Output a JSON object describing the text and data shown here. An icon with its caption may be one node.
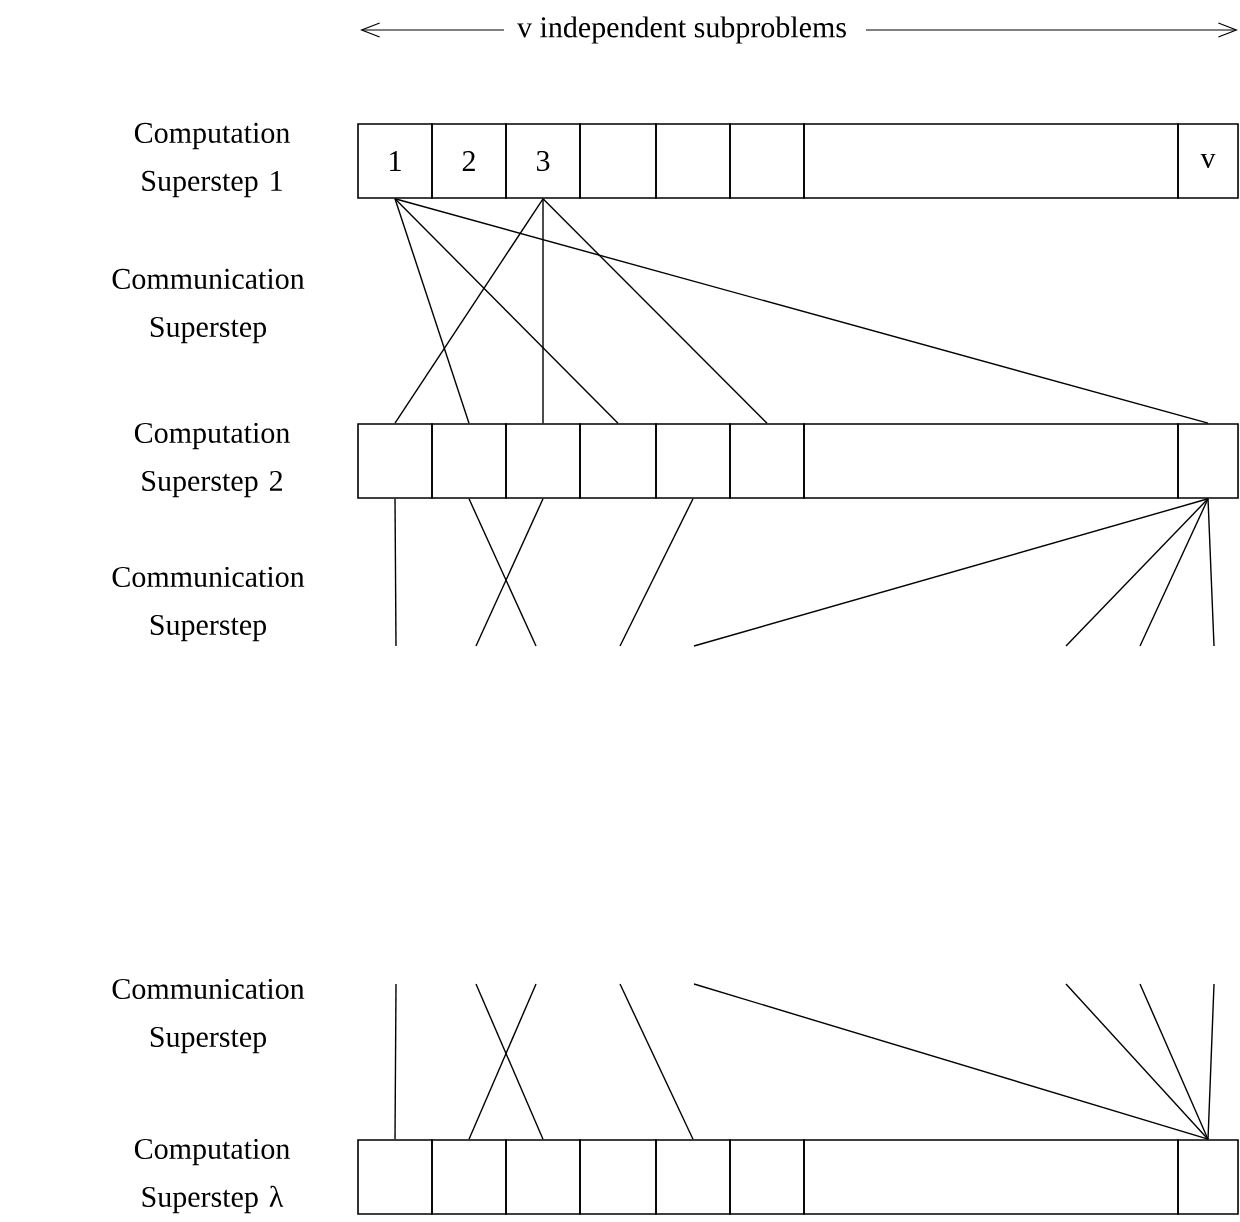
{
  "diagram": {
    "nodes": [
      {
        "text": [
          "1"
        ]
      },
      {
        "text": [
          "2"
        ]
      },
      {
        "text": [
          "3"
        ]
      },
      {
        "text": [],
        "shape": "box"
      },
      {
        "text": [],
        "shape": "box"
      },
      {
        "text": [],
        "shape": "box"
      },
      {
        "text": [],
        "shape": "box"
      },
      {
        "text": [
          "v"
        ]
      },
      {
        "text": [],
        "shape": "box"
      },
      {
        "text": [],
        "shape": "box"
      },
      {
        "text": [],
        "shape": "box"
      },
      {
        "text": [],
        "shape": "box"
      },
      {
        "text": [],
        "shape": "box"
      },
      {
        "text": [],
        "shape": "box"
      },
      {
        "text": [],
        "shape": "box"
      },
      {
        "text": [],
        "shape": "box"
      },
      {
        "text": [],
        "shape": "box"
      },
      {
        "text": [],
        "shape": "box"
      },
      {
        "text": [],
        "shape": "box"
      },
      {
        "text": [],
        "shape": "box"
      },
      {
        "text": [],
        "shape": "box"
      },
      {
        "text": [],
        "shape": "box"
      },
      {
        "text": [],
        "shape": "box"
      },
      {
        "text": [],
        "shape": "box"
      }
    ],
    "edges": [
      {
        "from": 0,
        "to": 9,
        "arrow": "none"
      },
      {
        "from": 0,
        "to": 11,
        "arrow": "none"
      },
      {
        "from": 0,
        "to": 15,
        "arrow": "none"
      },
      {
        "from": 2,
        "to": 8,
        "arrow": "none"
      },
      {
        "from": 2,
        "to": 10,
        "arrow": "none"
      },
      {
        "from": 2,
        "to": 13,
        "arrow": "none"
      },
      {
        "from": 8,
        "to": null,
        "arrow": "none"
      },
      {
        "from": 9,
        "to": null,
        "arrow": "none"
      },
      {
        "from": 10,
        "to": null,
        "arrow": "none"
      },
      {
        "from": 12,
        "to": null,
        "arrow": "none"
      },
      {
        "from": 15,
        "to": null,
        "arrow": "none"
      },
      {
        "from": 15,
        "to": null,
        "arrow": "none"
      },
      {
        "from": 15,
        "to": null,
        "arrow": "none"
      },
      {
        "from": 15,
        "to": null,
        "arrow": "none"
      },
      {
        "from": null,
        "to": 16,
        "arrow": "none"
      },
      {
        "from": null,
        "to": 18,
        "arrow": "none"
      },
      {
        "from": null,
        "to": 17,
        "arrow": "none"
      },
      {
        "from": null,
        "to": 20,
        "arrow": "none"
      },
      {
        "from": null,
        "to": 23,
        "arrow": "none"
      },
      {
        "from": null,
        "to": 23,
        "arrow": "none"
      },
      {
        "from": null,
        "to": 23,
        "arrow": "none"
      },
      {
        "from": null,
        "to": 23,
        "arrow": "none"
      }
    ],
    "labels": [
      "v independent subproblems",
      "Computation Superstep 1",
      "Communication Superstep",
      "Computation Superstep 2",
      "Communication Superstep",
      "Communication Superstep",
      "Computation Superstep λ"
    ]
  }
}
